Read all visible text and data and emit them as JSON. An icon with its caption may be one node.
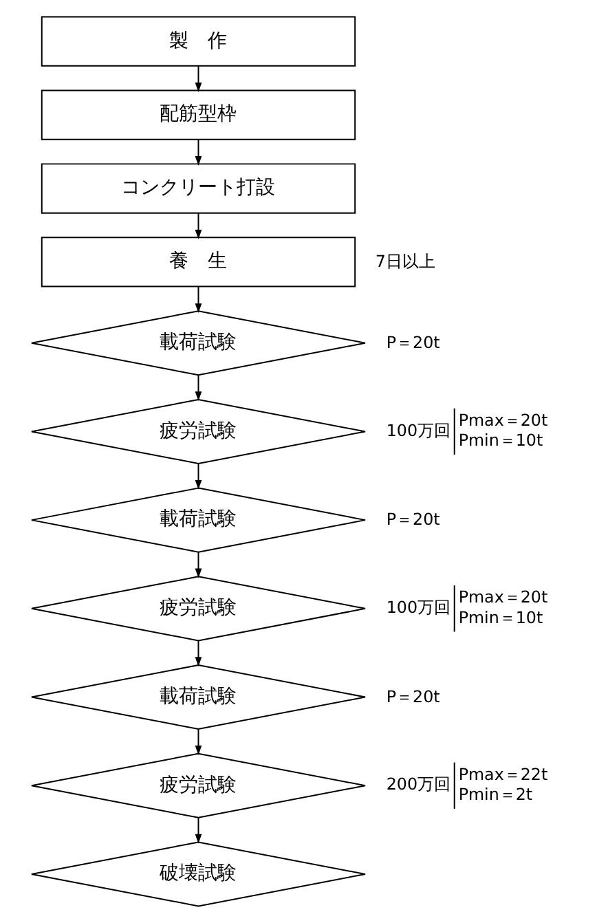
{
  "diagram": {
    "nodes": [
      {
        "text": [
          "製　作"
        ]
      },
      {
        "text": [
          "配筋型枠"
        ]
      },
      {
        "text": [
          "コンクリート打設"
        ]
      },
      {
        "text": [
          "養　生"
        ],
        "beside": [
          "7日以上"
        ]
      },
      {
        "text": [
          "載荷試験"
        ],
        "beside": [
          "P＝20t"
        ]
      },
      {
        "text": [
          "疲労試験"
        ],
        "beside": [
          "100万回",
          "Pmax＝20t",
          "Pmin＝10t"
        ]
      },
      {
        "text": [
          "載荷試験"
        ],
        "beside": [
          "P＝20t"
        ]
      },
      {
        "text": [
          "疲労試験"
        ],
        "beside": [
          "100万回",
          "Pmax＝20t",
          "Pmin＝10t"
        ]
      },
      {
        "text": [
          "載荷試験"
        ],
        "beside": [
          "P＝20t"
        ]
      },
      {
        "text": [
          "疲労試験"
        ],
        "beside": [
          "200万回",
          "Pmax＝22t",
          "Pmin＝2t"
        ]
      },
      {
        "text": [
          "破壊試験"
        ]
      }
    ],
    "edges": [
      {
        "from": 0,
        "to": 1,
        "arrow": "to"
      },
      {
        "from": 1,
        "to": 2,
        "arrow": "to"
      },
      {
        "from": 2,
        "to": 3,
        "arrow": "to"
      },
      {
        "from": 3,
        "to": 4,
        "arrow": "to"
      },
      {
        "from": 4,
        "to": 5,
        "arrow": "to"
      },
      {
        "from": 5,
        "to": 6,
        "arrow": "to"
      },
      {
        "from": 6,
        "to": 7,
        "arrow": "to"
      },
      {
        "from": 7,
        "to": 8,
        "arrow": "to"
      },
      {
        "from": 8,
        "to": 9,
        "arrow": "to"
      },
      {
        "from": 9,
        "to": 10,
        "arrow": "to"
      }
    ]
  }
}
